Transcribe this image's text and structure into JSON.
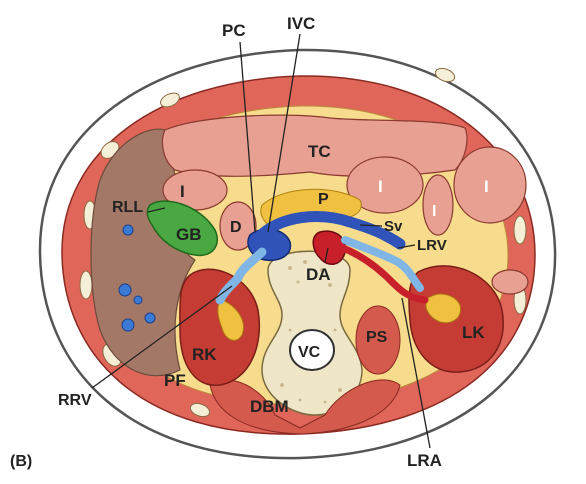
{
  "panel_label": "(B)",
  "labels": {
    "pc": "PC",
    "ivc": "IVC",
    "tc": "TC",
    "i1": "I",
    "i2": "I",
    "i3": "I",
    "i4": "I",
    "rll": "RLL",
    "gb": "GB",
    "d": "D",
    "p": "P",
    "sv": "Sv",
    "lrv": "LRV",
    "da": "DA",
    "rk": "RK",
    "vc": "VC",
    "ps": "PS",
    "lk": "LK",
    "pf": "PF",
    "dbm": "DBM",
    "rrv": "RRV",
    "lra": "LRA"
  },
  "colors": {
    "skin_outline": "#555555",
    "muscle": "#e0665a",
    "fat": "#f6dc8c",
    "liver": "#a37866",
    "intestine": "#e7a092",
    "gallbladder": "#4aa843",
    "vein": "#2f53b8",
    "vein_light": "#7fb6e6",
    "artery": "#c8202a",
    "kidney": "#c53c34",
    "bone": "#efe6c8"
  }
}
